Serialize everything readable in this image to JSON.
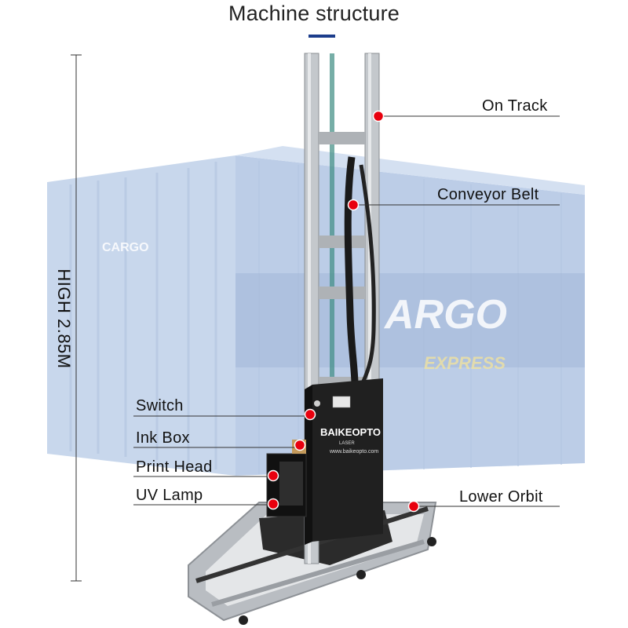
{
  "title": "Machine structure",
  "height_label": "HIGH 2.85M",
  "brand": "BAIKEOPTO",
  "brand_sub": "LASER",
  "brand_url": "www.baikeopto.com",
  "container_text": {
    "cargo_main": "ARGO",
    "express": "EXPRESS",
    "small_cargo": "CARGO"
  },
  "colors": {
    "accent": "#1c3d8c",
    "marker": "#e8000e",
    "container": "#8fb0d9"
  },
  "labels": {
    "on_track": "On Track",
    "conveyor_belt": "Conveyor Belt",
    "switch": "Switch",
    "ink_box": "Ink Box",
    "print_head": "Print Head",
    "uv_lamp": "UV Lamp",
    "lower_orbit": "Lower Orbit"
  }
}
